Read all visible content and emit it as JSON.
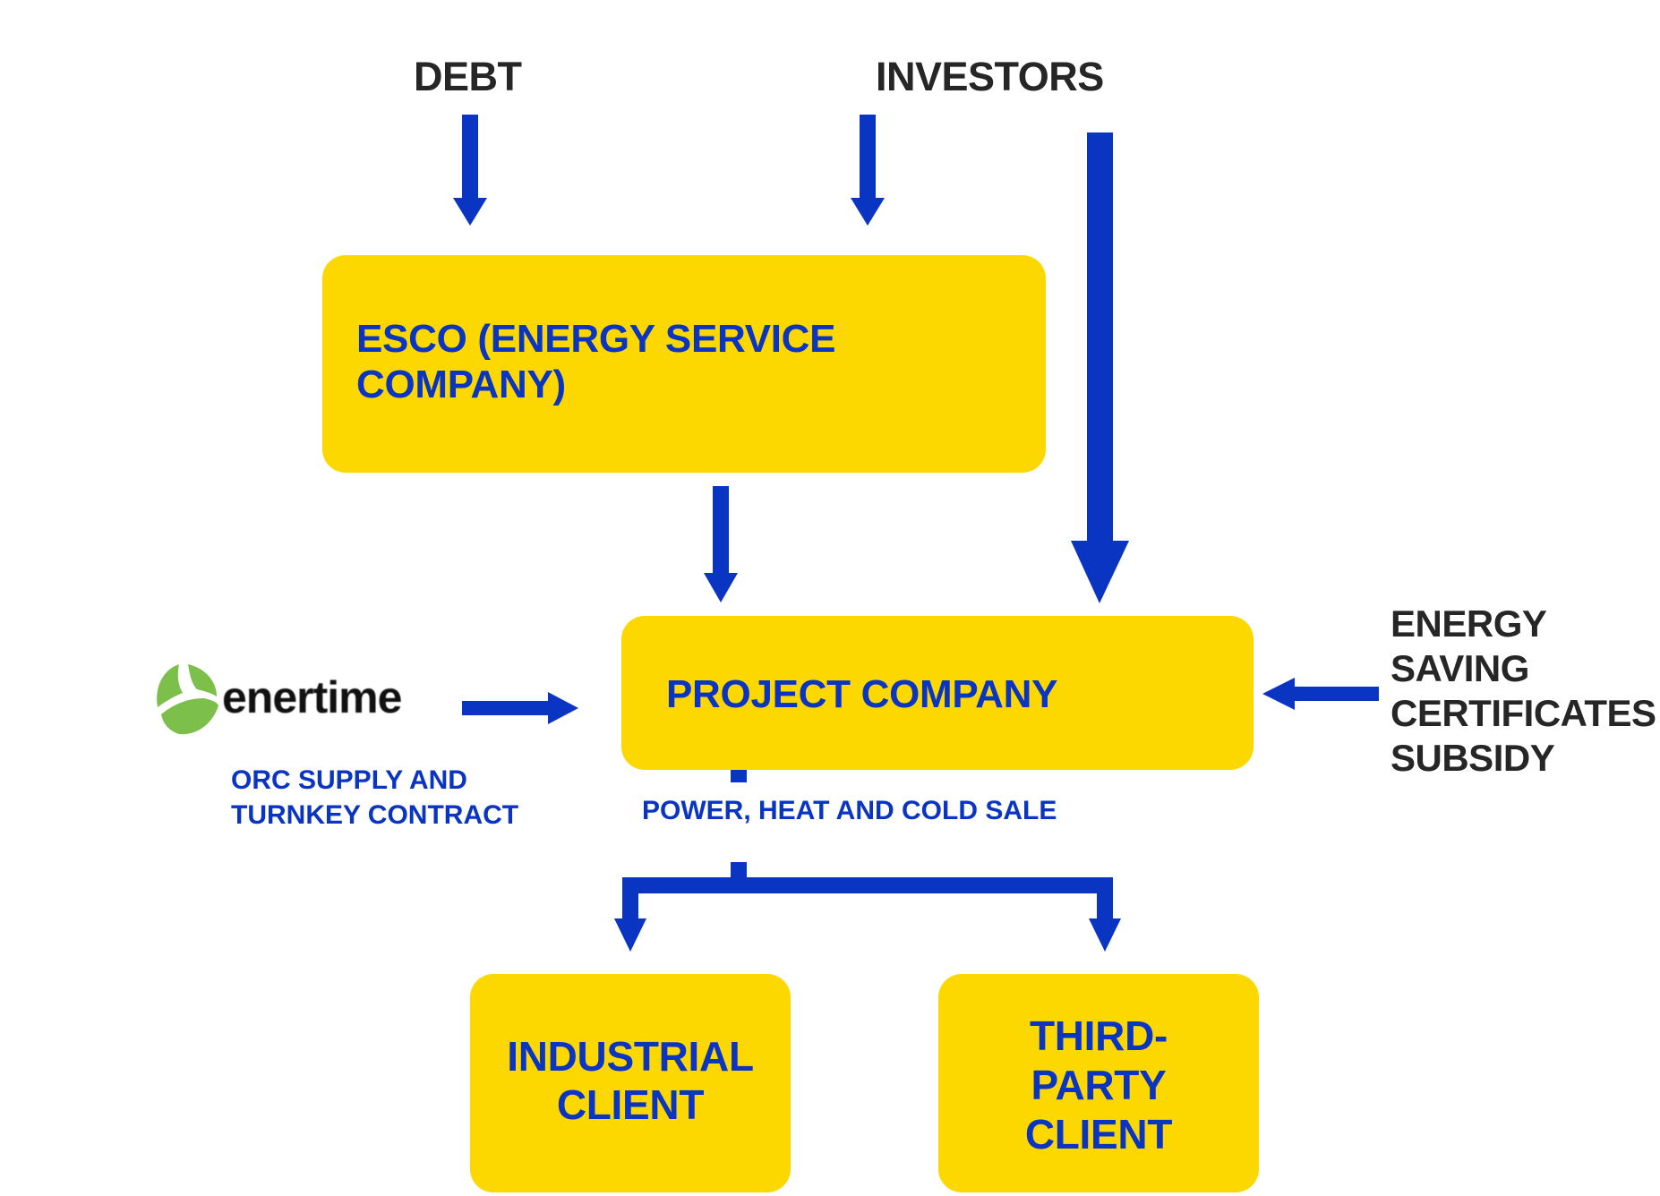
{
  "colors": {
    "box_fill": "#fdd800",
    "arrow": "#0a34c2",
    "box_text": "#0a34c2",
    "source_label": "#262626",
    "logo_green": "#7cbf4a"
  },
  "sources": {
    "debt": "DEBT",
    "investors": "INVESTORS",
    "subsidy": [
      "ENERGY",
      "SAVING",
      "CERTIFICATES",
      "SUBSIDY"
    ]
  },
  "boxes": {
    "esco": [
      "ESCO (ENERGY SERVICE",
      "COMPANY)"
    ],
    "project_company": "PROJECT COMPANY",
    "industrial_client": [
      "INDUSTRIAL",
      "CLIENT"
    ],
    "third_party_client": [
      "THIRD-",
      "PARTY",
      "CLIENT"
    ]
  },
  "logo": {
    "name": "enertime",
    "icon": "enertime-leaf-logo-icon"
  },
  "flow_labels": {
    "orc": [
      "ORC SUPPLY AND",
      "TURNKEY CONTRACT"
    ],
    "sale": "POWER, HEAT AND COLD SALE"
  },
  "edges": [
    {
      "from": "DEBT",
      "to": "ESCO"
    },
    {
      "from": "INVESTORS",
      "to": "ESCO"
    },
    {
      "from": "INVESTORS",
      "to": "PROJECT COMPANY"
    },
    {
      "from": "ESCO",
      "to": "PROJECT COMPANY"
    },
    {
      "from": "enertime",
      "to": "PROJECT COMPANY",
      "label": "ORC SUPPLY AND TURNKEY CONTRACT"
    },
    {
      "from": "ENERGY SAVING CERTIFICATES SUBSIDY",
      "to": "PROJECT COMPANY"
    },
    {
      "from": "PROJECT COMPANY",
      "to": "INDUSTRIAL CLIENT",
      "label": "POWER, HEAT AND COLD SALE"
    },
    {
      "from": "PROJECT COMPANY",
      "to": "THIRD-PARTY CLIENT",
      "label": "POWER, HEAT AND COLD SALE"
    }
  ]
}
